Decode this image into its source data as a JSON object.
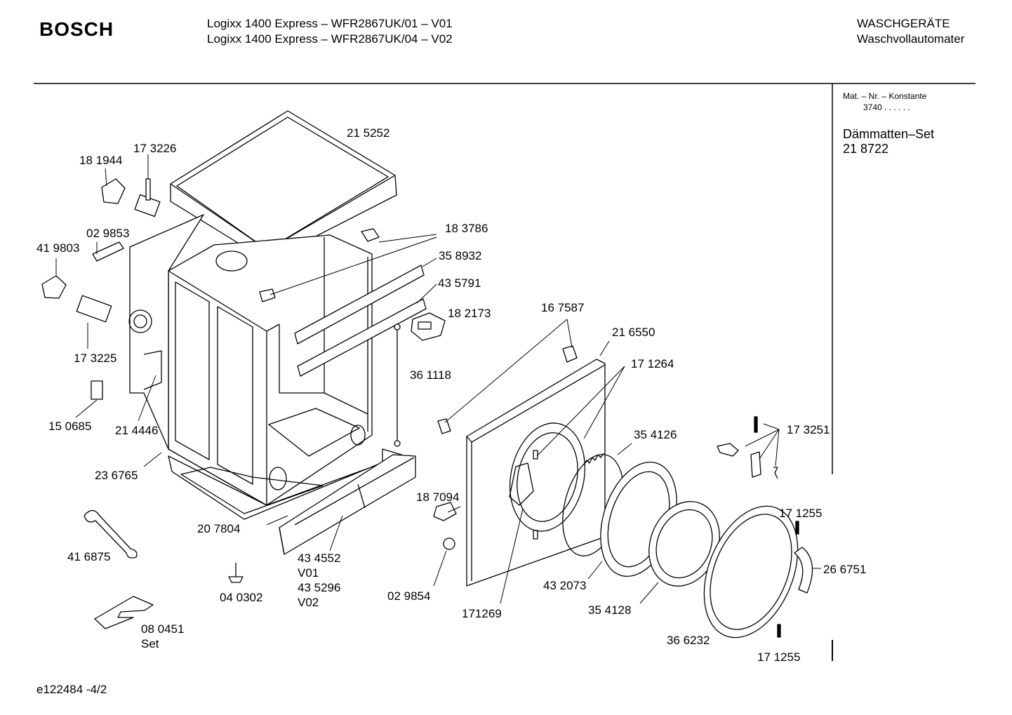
{
  "header": {
    "brand": "BOSCH",
    "model_lines": [
      "Logixx 1400 Express – WFR2867UK/01 – V01",
      "Logixx 1400 Express – WFR2867UK/04 – V02"
    ],
    "category_lines": [
      "WASCHGERÄTE",
      "Waschvollautomater"
    ]
  },
  "sidebar": {
    "mat_label": "Mat. – Nr. – Konstante",
    "mat_value": "3740  .  .    .  .  .  .",
    "set_name": "Dämmatten–Set",
    "set_number": "21 8722"
  },
  "parts": [
    {
      "id": "p01",
      "text": "21 5252"
    },
    {
      "id": "p02",
      "text": "17 3226"
    },
    {
      "id": "p03",
      "text": "18 1944"
    },
    {
      "id": "p04",
      "text": "18 3786"
    },
    {
      "id": "p05",
      "text": "02 9853"
    },
    {
      "id": "p06",
      "text": "41 9803"
    },
    {
      "id": "p07",
      "text": "35 8932"
    },
    {
      "id": "p08",
      "text": "43 5791"
    },
    {
      "id": "p09",
      "text": "18 2173"
    },
    {
      "id": "p10",
      "text": "16 7587"
    },
    {
      "id": "p11",
      "text": "21 6550"
    },
    {
      "id": "p12",
      "text": "17 1264"
    },
    {
      "id": "p13",
      "text": "17 3225"
    },
    {
      "id": "p14",
      "text": "36 1118"
    },
    {
      "id": "p15",
      "text": "15 0685"
    },
    {
      "id": "p16",
      "text": "21 4446"
    },
    {
      "id": "p17",
      "text": "35 4126"
    },
    {
      "id": "p18",
      "text": "17 3251"
    },
    {
      "id": "p19",
      "text": "23 6765"
    },
    {
      "id": "p20",
      "text": "18 7094"
    },
    {
      "id": "p21",
      "text": "17 1255"
    },
    {
      "id": "p22",
      "text": "20 7804"
    },
    {
      "id": "p23",
      "text": "41 6875"
    },
    {
      "id": "p24",
      "text": "43 4552"
    },
    {
      "id": "p25",
      "text": "V01"
    },
    {
      "id": "p26",
      "text": "43 5296"
    },
    {
      "id": "p27",
      "text": "V02"
    },
    {
      "id": "p28",
      "text": "26 6751"
    },
    {
      "id": "p29",
      "text": "43 2073"
    },
    {
      "id": "p30",
      "text": "02 9854"
    },
    {
      "id": "p31",
      "text": "04 0302"
    },
    {
      "id": "p32",
      "text": "171269"
    },
    {
      "id": "p33",
      "text": "35 4128"
    },
    {
      "id": "p34",
      "text": "08 0451"
    },
    {
      "id": "p35",
      "text": "Set"
    },
    {
      "id": "p36",
      "text": "36 6232"
    },
    {
      "id": "p37",
      "text": "17 1255"
    }
  ],
  "footer": {
    "code": "e122484 -4/2"
  }
}
